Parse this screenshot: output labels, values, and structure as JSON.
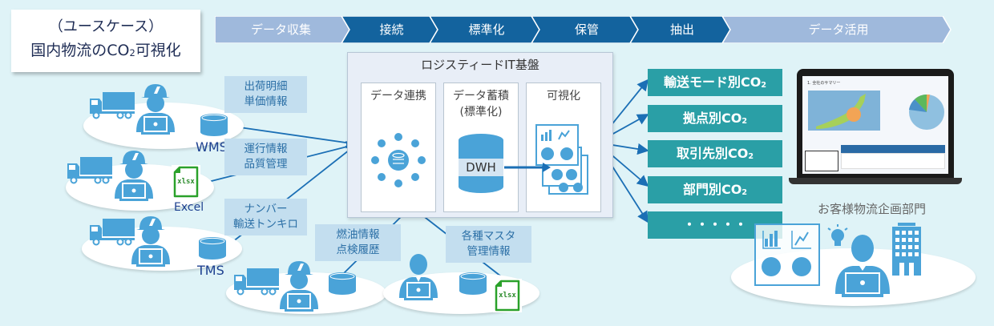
{
  "title": {
    "line1": "（ユースケース）",
    "line2_prefix": "国内物流の",
    "line2_co": "CO",
    "line2_sub": "2",
    "line2_suffix": "可視化"
  },
  "steps": [
    {
      "label": "データ収集",
      "color": "#9fb9dc"
    },
    {
      "label": "接続",
      "color": "#13639e"
    },
    {
      "label": "標準化",
      "color": "#13639e"
    },
    {
      "label": "保管",
      "color": "#13639e"
    },
    {
      "label": "抽出",
      "color": "#13639e"
    },
    {
      "label": "データ活用",
      "color": "#9fb9dc"
    }
  ],
  "data_labels": {
    "shipment": [
      "出荷明細",
      "単価情報"
    ],
    "operation": [
      "運行情報",
      "品質管理"
    ],
    "number": [
      "ナンバー",
      "輸送トンキロ"
    ],
    "fuel": [
      "燃油情報",
      "点検履歴"
    ],
    "master": [
      "各種マスタ",
      "管理情報"
    ]
  },
  "systems": {
    "wms": "WMS",
    "tms": "TMS",
    "excel": "Excel",
    "xlsx": "xlsx"
  },
  "platform": {
    "title": "ロジスティードIT基盤",
    "columns": [
      {
        "title": "データ連携"
      },
      {
        "title": "データ蓄積",
        "subtitle": "(標準化)"
      },
      {
        "title": "可視化"
      }
    ],
    "dwh": "DWH"
  },
  "outputs": [
    {
      "prefix": "輸送モード別",
      "co": "CO",
      "sub": "2"
    },
    {
      "prefix": "拠点別",
      "co": "CO",
      "sub": "2"
    },
    {
      "prefix": "取引先別",
      "co": "CO",
      "sub": "2"
    },
    {
      "prefix": "部門別",
      "co": "CO",
      "sub": "2"
    },
    {
      "prefix": "・・・・・",
      "co": "",
      "sub": ""
    }
  ],
  "dashboard": {
    "heading": "1. 全社のサマリー"
  },
  "customer": {
    "label": "お客様物流企画部門"
  },
  "colors": {
    "background": "#dff3f7",
    "icon_blue": "#4aa3d8",
    "dark_blue": "#13639e",
    "light_step": "#9fb9dc",
    "teal": "#2a9fa6",
    "excel_green": "#2aa12a",
    "line_blue": "#1b6fb5"
  }
}
